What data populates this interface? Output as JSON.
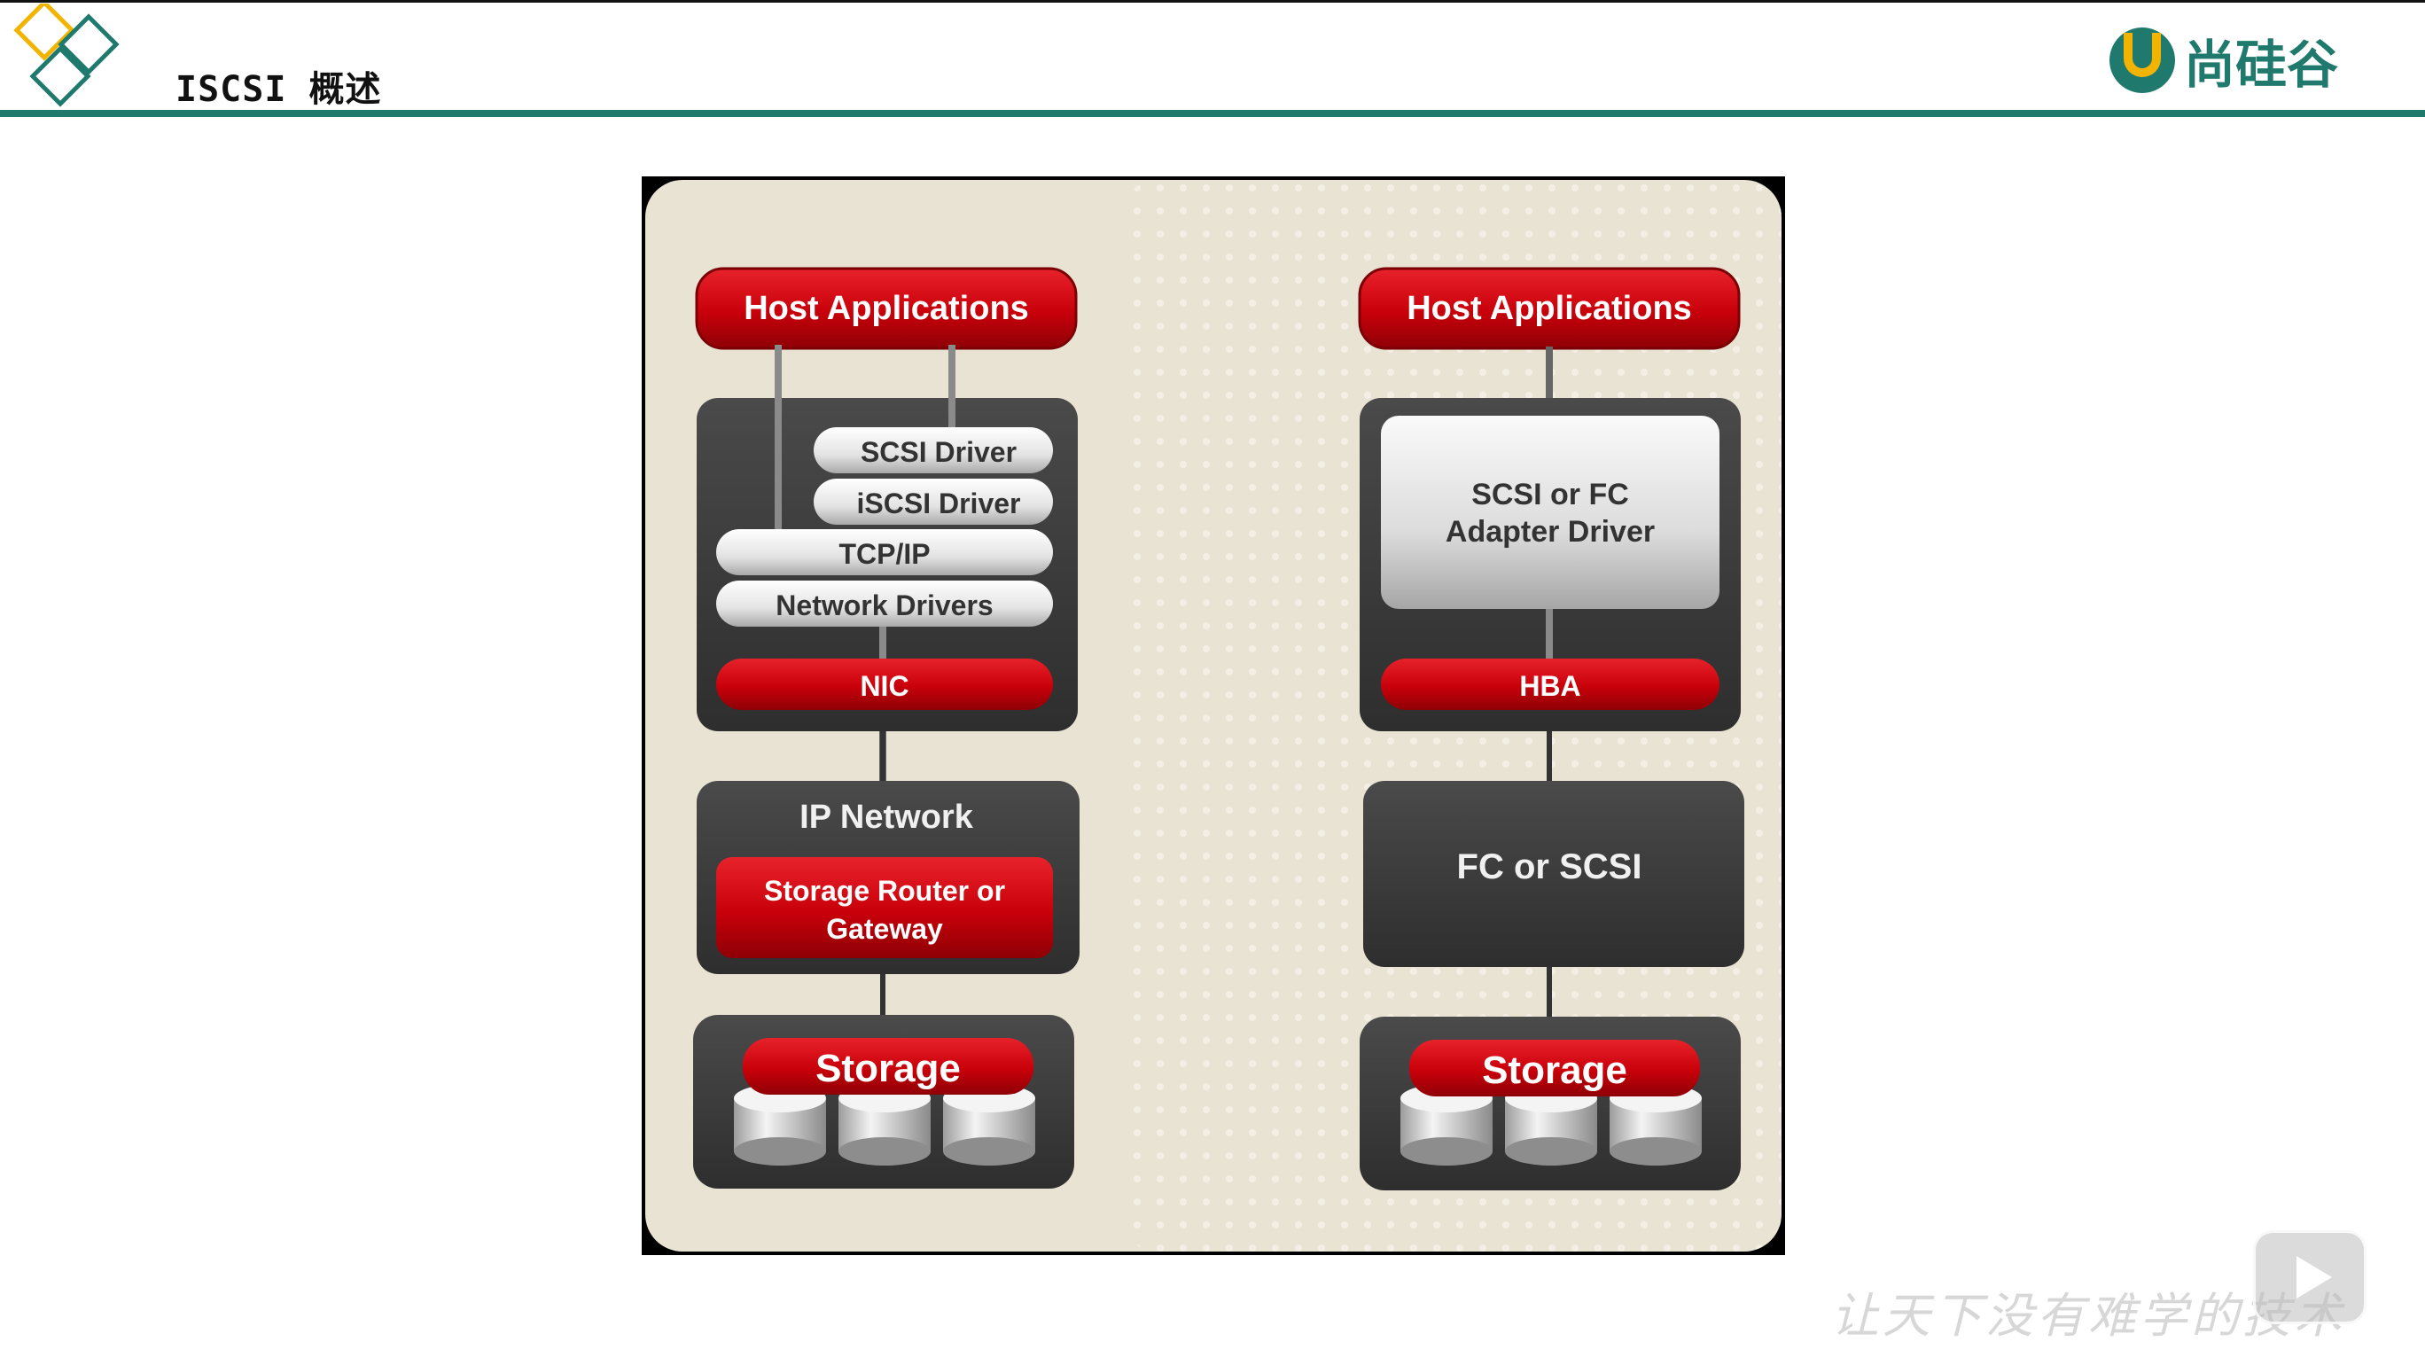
{
  "header": {
    "title": "ISCSI 概述",
    "brand_name": "尚硅谷"
  },
  "diagram": {
    "left_stack": {
      "host_applications": "Host Applications",
      "scsi_driver": "SCSI Driver",
      "iscsi_driver": "iSCSI Driver",
      "tcpip": "TCP/IP",
      "network_drivers": "Network Drivers",
      "nic": "NIC",
      "ip_network": "IP Network",
      "router_line1": "Storage Router or",
      "router_line2": "Gateway",
      "storage": "Storage"
    },
    "right_stack": {
      "host_applications": "Host Applications",
      "adapter_line1": "SCSI or FC",
      "adapter_line2": "Adapter Driver",
      "hba": "HBA",
      "fc_or_scsi": "FC or SCSI",
      "storage": "Storage"
    }
  },
  "overlay": {
    "watermark": "让天下没有难学的技术"
  },
  "colors": {
    "accent_red": "#c8000a",
    "panel_dark": "#3c3c3c",
    "background_beige": "#e9e3d3",
    "header_green": "#1f7a6d",
    "brand_yellow": "#f2b400"
  },
  "icons": [
    "logo-diamond-icon",
    "brand-logo-icon",
    "disk-icon",
    "play-icon"
  ]
}
